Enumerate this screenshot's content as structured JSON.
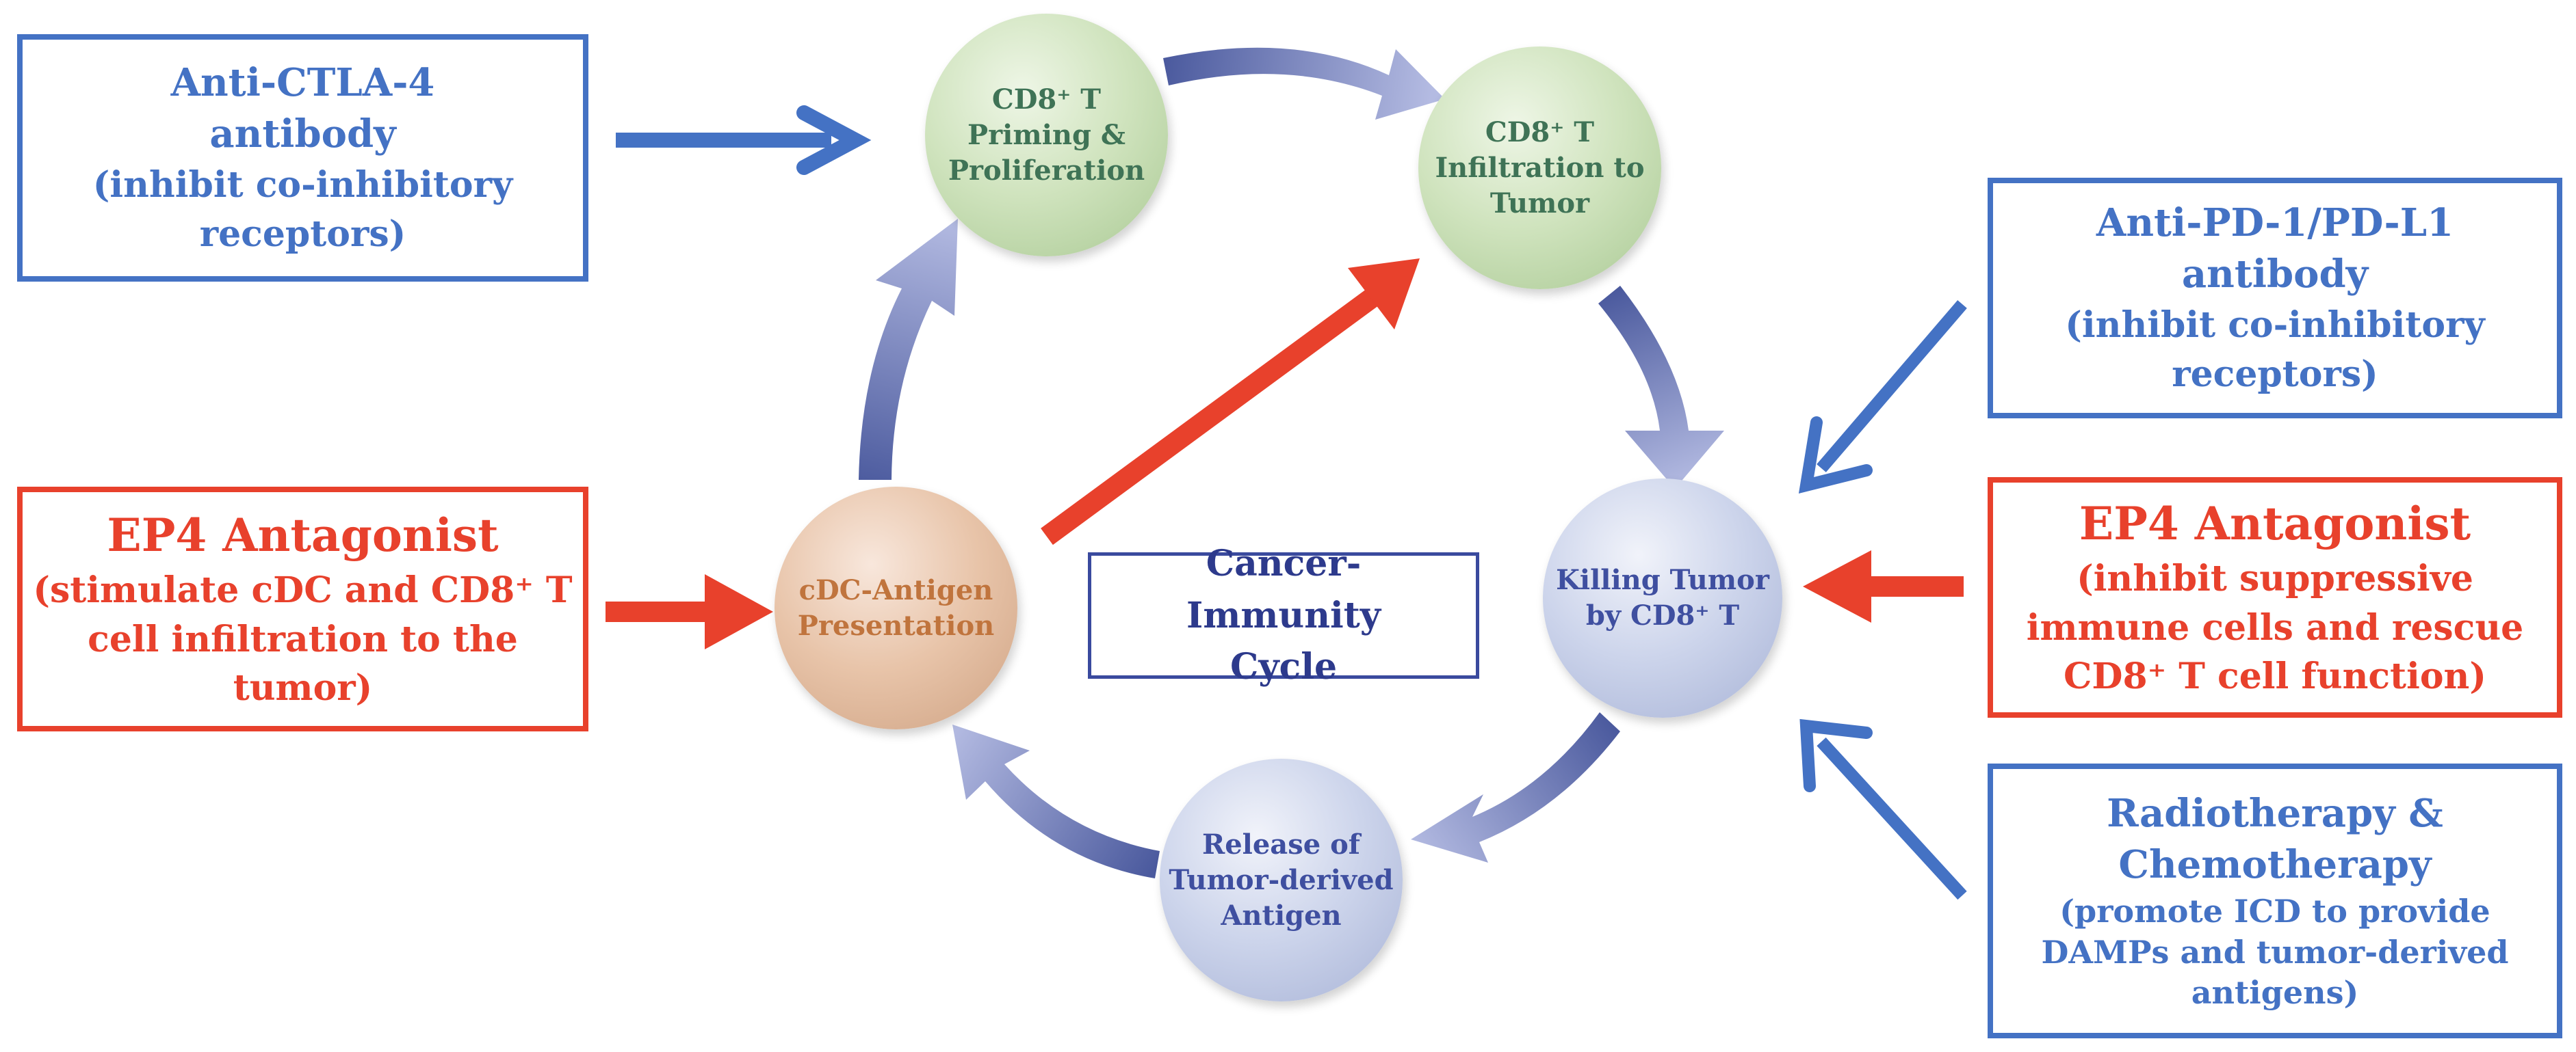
{
  "center_label": "Cancer-Immunity Cycle",
  "nodes": {
    "priming": "CD8⁺ T\nPriming &\nProliferation",
    "infiltration": "CD8⁺ T\nInfiltration to\nTumor",
    "killing": "Killing Tumor\nby CD8⁺ T",
    "release": "Release of\nTumor-derived\nAntigen",
    "presentation": "cDC-Antigen\nPresentation"
  },
  "boxes": {
    "anti_ctla4": {
      "title": "Anti-CTLA-4\nantibody",
      "subtitle": "(inhibit co-inhibitory\nreceptors)"
    },
    "ep4_left": {
      "title": "EP4 Antagonist",
      "subtitle": "(stimulate cDC and CD8⁺ T\ncell infiltration to the\ntumor)"
    },
    "anti_pd1": {
      "title": "Anti-PD-1/PD-L1\nantibody",
      "subtitle": "(inhibit co-inhibitory\nreceptors)"
    },
    "ep4_right": {
      "title": "EP4 Antagonist",
      "subtitle": "(inhibit suppressive\nimmune cells and rescue\nCD8⁺ T cell function)"
    },
    "radio_chemo": {
      "title": "Radiotherapy &\nChemotherapy",
      "subtitle": "(promote ICD to provide\nDAMPs and tumor-derived\nantigens)"
    }
  },
  "colors": {
    "blue": "#4472c4",
    "red": "#e8412c",
    "cycle_arrow": "#5f6aa8",
    "center_text": "#2d3a8c"
  }
}
